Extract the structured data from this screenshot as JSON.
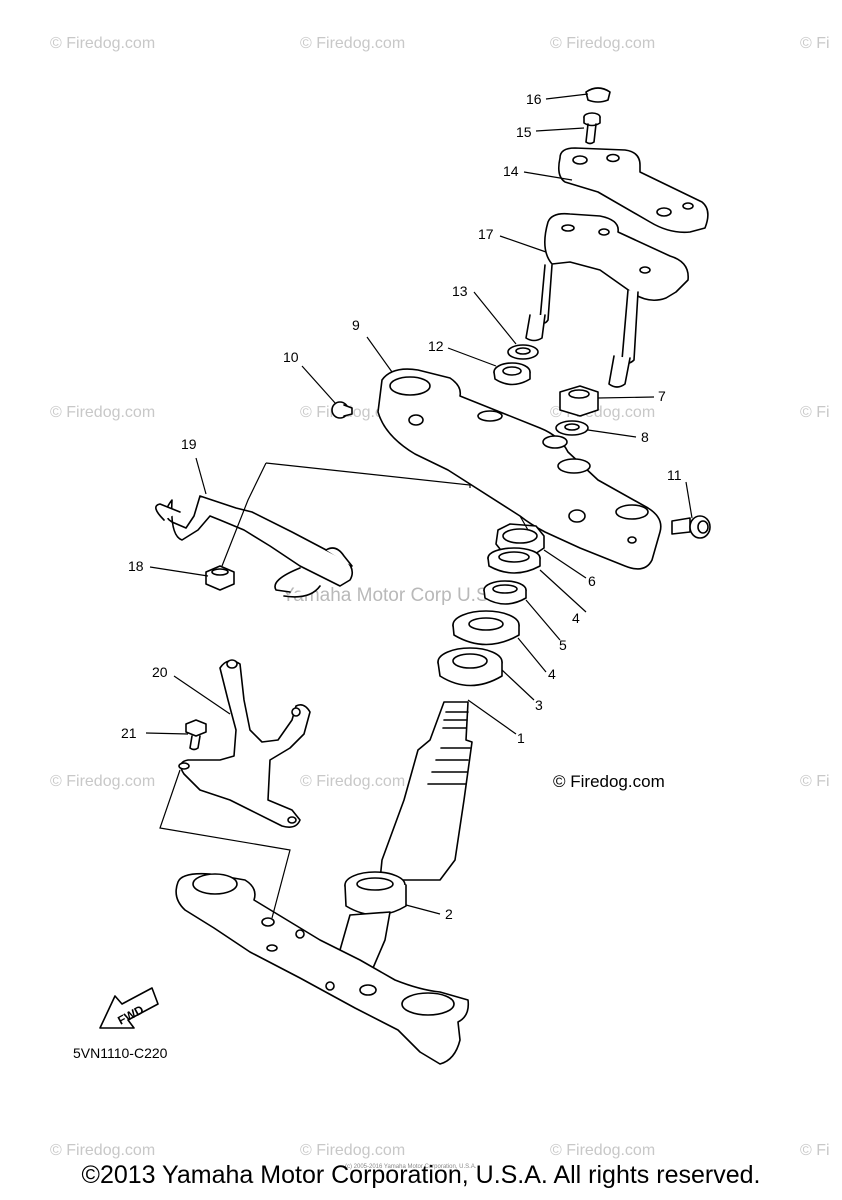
{
  "watermark": "© Firedog.com",
  "watermark_partial": "© Fi",
  "firedog_label": "© Firedog.com",
  "center_watermark": "Yamaha Motor Corp U.S.A",
  "diagram_code": "5VN1110-C220",
  "fwd_label": "FWD",
  "tiny_text": "(c) 2005-2016 Yamaha Motor Corporation, U.S.A.",
  "copyright": "©2013 Yamaha Motor Corporation, U.S.A. All rights reserved.",
  "callouts": {
    "c1": "1",
    "c2": "2",
    "c3": "3",
    "c4a": "4",
    "c4b": "4",
    "c5": "5",
    "c6": "6",
    "c7": "7",
    "c8": "8",
    "c9": "9",
    "c10": "10",
    "c11": "11",
    "c12": "12",
    "c13": "13",
    "c14": "14",
    "c15": "15",
    "c16": "16",
    "c17": "17",
    "c18": "18",
    "c19": "19",
    "c20": "20",
    "c21": "21"
  }
}
